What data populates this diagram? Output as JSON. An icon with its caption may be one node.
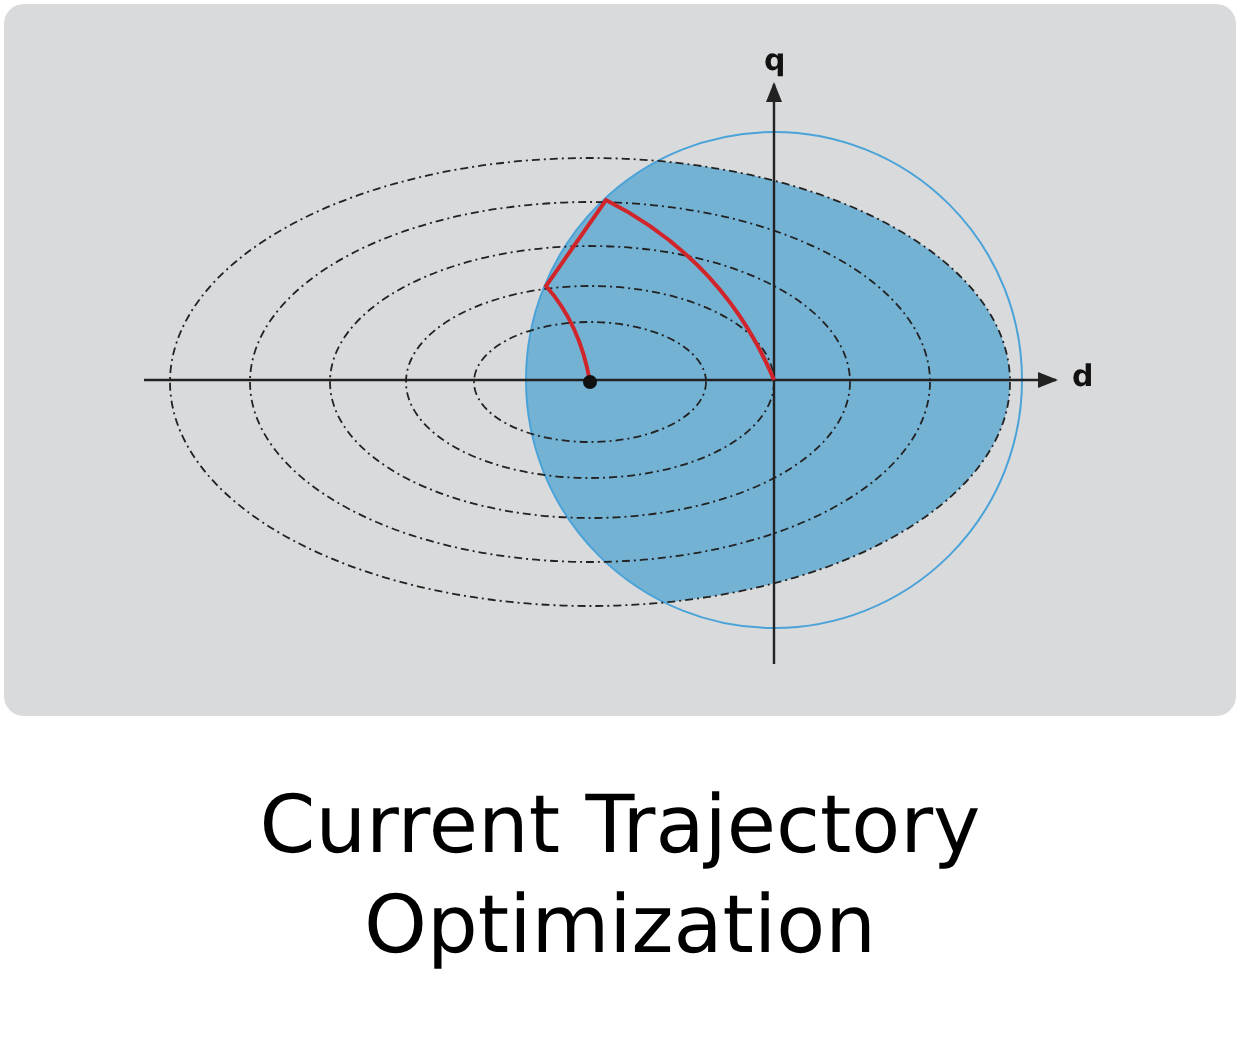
{
  "diagram": {
    "caption": "Current Trajectory Optimization",
    "labels": [
      "q",
      "d"
    ]
  }
}
